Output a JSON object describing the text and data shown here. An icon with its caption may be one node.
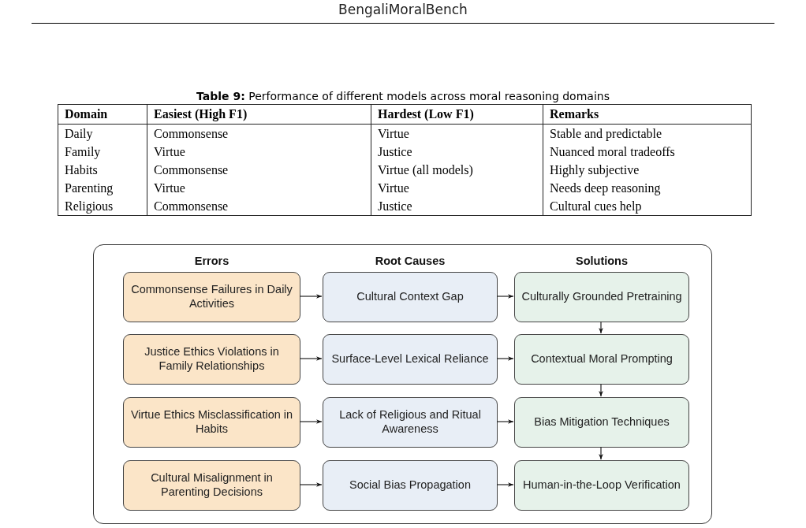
{
  "diagram": {
    "caption": "**Table 9:** Performance of different models across moral reasoning domains",
    "nodes": [
      {
        "text": [
          "Errors",
          "Root Causes",
          "Solutions"
        ]
      },
      {
        "text": [
          "Commonsense Failures in Daily Activities"
        ],
        "in": 0
      },
      {
        "text": [
          "Cultural Context Gap"
        ],
        "in": 0
      },
      {
        "text": [
          "Culturally Grounded Pretraining"
        ],
        "in": 0
      },
      {
        "text": [
          "Justice Ethics Violations in Family Relationships"
        ],
        "in": 0
      },
      {
        "text": [
          "Surface-Level Lexical Reliance"
        ],
        "in": 0
      },
      {
        "text": [
          "Contextual Moral Prompting"
        ],
        "in": 0
      },
      {
        "text": [
          "Virtue Ethics Misclassification in Habits"
        ],
        "in": 0
      },
      {
        "text": [
          "Lack of Religious and Ritual Awareness"
        ],
        "in": 0
      },
      {
        "text": [
          "Bias Mitigation Techniques"
        ],
        "in": 0
      },
      {
        "text": [
          "Cultural Misalignment in Parenting Decisions"
        ],
        "in": 0
      },
      {
        "text": [
          "Social Bias Propagation"
        ],
        "in": 0
      },
      {
        "text": [
          "Human-in-the-Loop Verification"
        ],
        "in": 0
      }
    ],
    "edges": [
      {
        "from": 1,
        "to": 2,
        "arrow": "to"
      },
      {
        "from": 2,
        "to": 3,
        "arrow": "to"
      },
      {
        "from": 4,
        "to": 5,
        "arrow": "to"
      },
      {
        "from": 5,
        "to": 6,
        "arrow": "to"
      },
      {
        "from": 7,
        "to": 8,
        "arrow": "to"
      },
      {
        "from": 8,
        "to": 9,
        "arrow": "to"
      },
      {
        "from": 10,
        "to": 11,
        "arrow": "to"
      },
      {
        "from": 11,
        "to": 12,
        "arrow": "to"
      },
      {
        "from": 3,
        "to": 6,
        "arrow": "to"
      },
      {
        "from": 6,
        "to": 9,
        "arrow": "to"
      },
      {
        "from": 9,
        "to": 12,
        "arrow": "to"
      }
    ],
    "labels": [
      "BengaliMoralBench",
      "Domain",
      "Easiest (High F1)",
      "Hardest (Low F1)",
      "Remarks",
      "Daily",
      "Commonsense",
      "Virtue",
      "Stable and predictable",
      "Family",
      "Virtue",
      "Justice",
      "Nuanced moral tradeoffs",
      "Habits",
      "Commonsense",
      "Virtue (all models)",
      "Highly subjective",
      "Parenting",
      "Virtue",
      "Virtue",
      "Needs deep reasoning",
      "Religious",
      "Commonsense",
      "Justice",
      "Cultural cues help"
    ]
  }
}
